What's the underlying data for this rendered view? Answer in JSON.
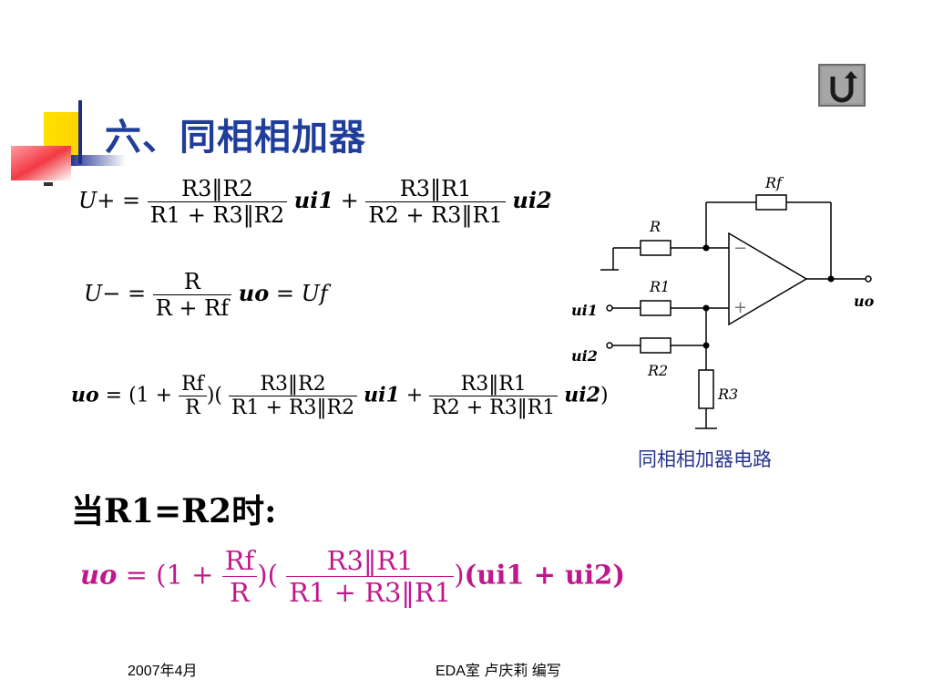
{
  "slide": {
    "title": "六、同相相加器",
    "back_button_icon": "return-arrow-icon",
    "bullet_marker": "-"
  },
  "equations": {
    "u_plus": {
      "lhs": "U+",
      "term1_num": "R3‖R2",
      "term1_den": "R1 + R3‖R2",
      "term1_var": "ui1",
      "term2_num": "R3‖R1",
      "term2_den": "R2 + R3‖R1",
      "term2_var": "ui2"
    },
    "u_minus": {
      "lhs": "U−",
      "num": "R",
      "den": "R + Rf",
      "var": "uo",
      "rhs": "Uf"
    },
    "u_out": {
      "lhs": "uo",
      "gain_num": "Rf",
      "gain_den": "R",
      "term1_num": "R3‖R2",
      "term1_den": "R1 + R3‖R2",
      "term1_var": "ui1",
      "term2_num": "R3‖R1",
      "term2_den": "R2 + R3‖R1",
      "term2_var": "ui2"
    },
    "condition": "当R1=R2时:",
    "simplified": {
      "lhs": "uo",
      "gain_num": "Rf",
      "gain_den": "R",
      "frac_num": "R3‖R1",
      "frac_den": "R1 + R3‖R1",
      "vars": "(ui1 + ui2)",
      "color": "#c0188c"
    }
  },
  "circuit": {
    "labels": {
      "rf": "Rf",
      "r": "R",
      "r1": "R1",
      "r2": "R2",
      "r3": "R3",
      "ui1": "ui1",
      "ui2": "ui2",
      "uo": "uo",
      "minus": "−",
      "plus": "+"
    },
    "caption": "同相相加器电路"
  },
  "footer": {
    "date": "2007年4月",
    "author": "EDA室   卢庆莉   编写"
  },
  "colors": {
    "title": "#1f3d9a",
    "caption": "#26358f",
    "highlight": "#c0188c",
    "deco_yellow": "#ffd400",
    "deco_red": "#f0303a",
    "deco_blue": "#2a3a9a"
  }
}
